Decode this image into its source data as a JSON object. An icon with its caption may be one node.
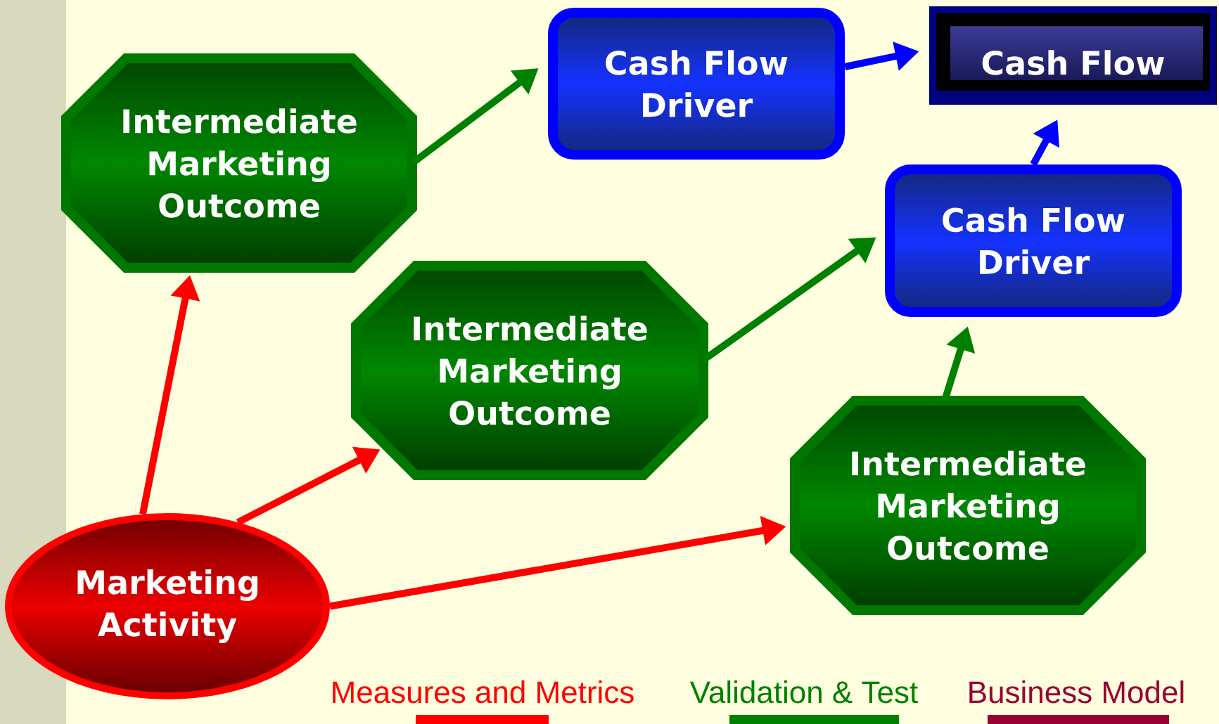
{
  "diagram": {
    "nodes": [
      {
        "text": [
          "Marketing Activity"
        ]
      },
      {
        "text": [
          "Intermediate Marketing Outcome"
        ]
      },
      {
        "text": [
          "Intermediate Marketing Outcome"
        ]
      },
      {
        "text": [
          "Intermediate Marketing Outcome"
        ]
      },
      {
        "text": [
          "Cash Flow Driver"
        ]
      },
      {
        "text": [
          "Cash Flow Driver"
        ]
      },
      {
        "text": [
          "Cash Flow"
        ]
      }
    ],
    "edges": [
      {
        "from": 0,
        "to": 1,
        "arrow": "to",
        "color": "#ff0000"
      },
      {
        "from": 0,
        "to": 2,
        "arrow": "to",
        "color": "#ff0000"
      },
      {
        "from": 0,
        "to": 3,
        "arrow": "to",
        "color": "#ff0000"
      },
      {
        "from": 1,
        "to": 4,
        "arrow": "to",
        "color": "#008000"
      },
      {
        "from": 2,
        "to": 5,
        "arrow": "to",
        "color": "#008000"
      },
      {
        "from": 3,
        "to": 5,
        "arrow": "to",
        "color": "#008000"
      },
      {
        "from": 4,
        "to": 6,
        "arrow": "to",
        "color": "#0000ff"
      },
      {
        "from": 5,
        "to": 6,
        "arrow": "to",
        "color": "#0000ff"
      }
    ],
    "legend": [
      {
        "text": "Measures and Metrics",
        "color": "#ff0000"
      },
      {
        "text": "Validation & Test",
        "color": "#008000"
      },
      {
        "text": "Business Model",
        "color": "#990033"
      }
    ]
  }
}
